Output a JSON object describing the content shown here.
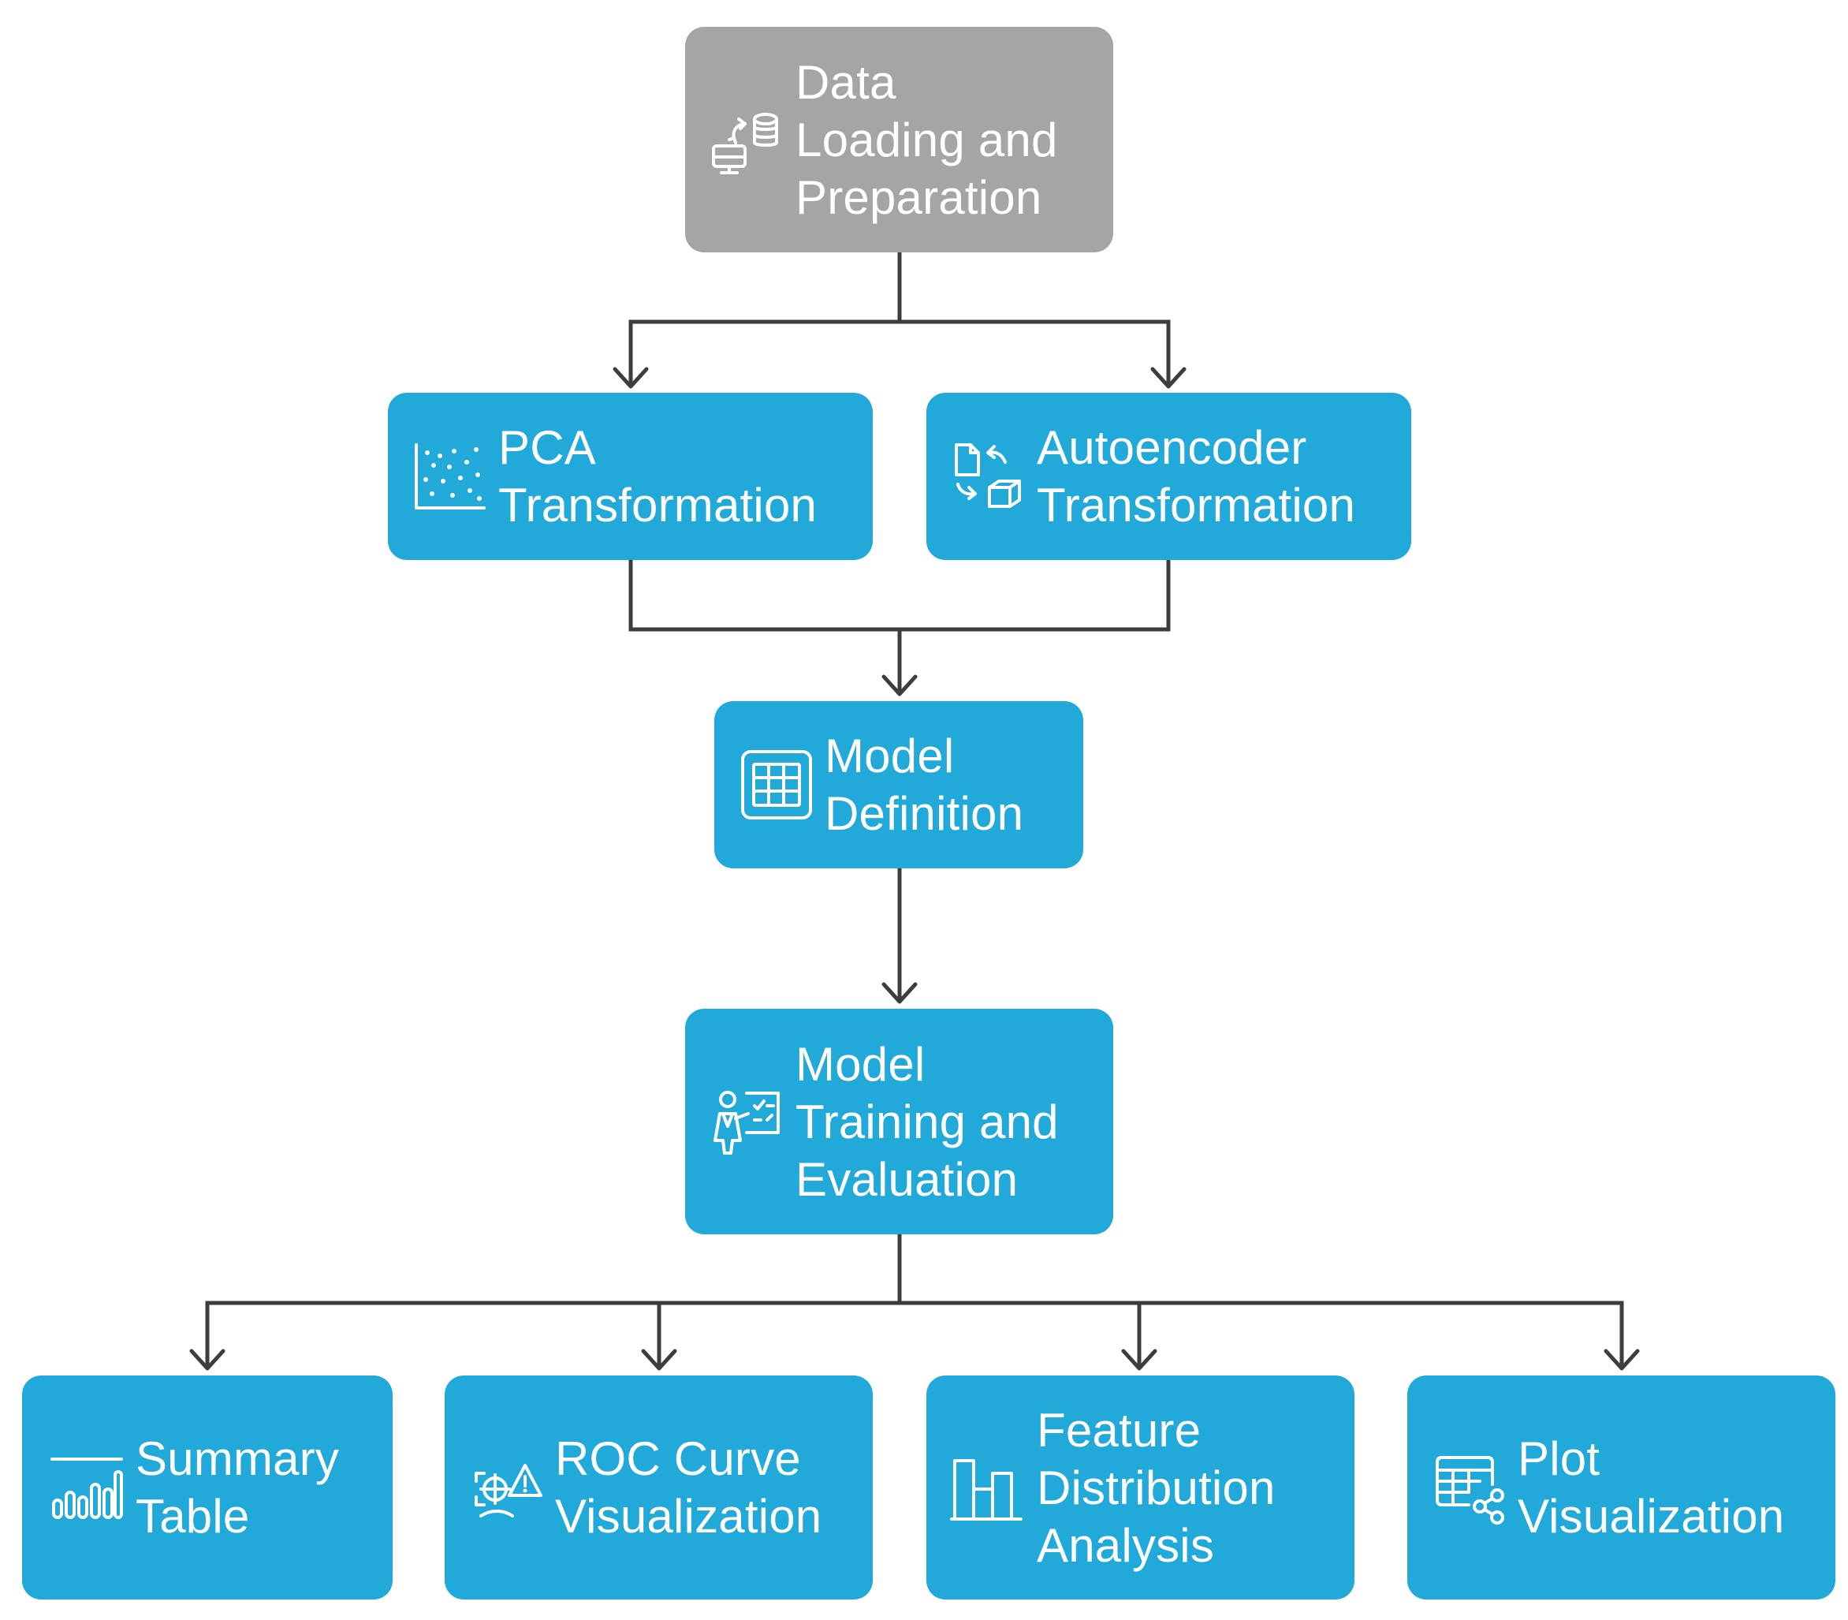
{
  "diagram": {
    "nodes": [
      {
        "id": "data-loading",
        "label": "Data\nLoading and\nPreparation",
        "icon": "database-computer-icon",
        "color": "#a5a5a5"
      },
      {
        "id": "pca",
        "label": "PCA\nTransformation",
        "icon": "scatter-plot-icon",
        "color": "#21a9d9"
      },
      {
        "id": "autoencoder",
        "label": "Autoencoder\nTransformation",
        "icon": "transform-cube-icon",
        "color": "#21a9d9"
      },
      {
        "id": "model-definition",
        "label": "Model\nDefinition",
        "icon": "grid-panel-icon",
        "color": "#21a9d9"
      },
      {
        "id": "model-training",
        "label": "Model\nTraining and\nEvaluation",
        "icon": "presenter-board-icon",
        "color": "#21a9d9"
      },
      {
        "id": "summary-table",
        "label": "Summary\nTable",
        "icon": "bar-chart-icon",
        "color": "#21a9d9"
      },
      {
        "id": "roc-curve",
        "label": "ROC Curve\nVisualization",
        "icon": "target-warning-icon",
        "color": "#21a9d9"
      },
      {
        "id": "feature-distribution",
        "label": "Feature\nDistribution\nAnalysis",
        "icon": "column-chart-icon",
        "color": "#21a9d9"
      },
      {
        "id": "plot-visualization",
        "label": "Plot\nVisualization",
        "icon": "table-share-icon",
        "color": "#21a9d9"
      }
    ],
    "edges": [
      {
        "from": "data-loading",
        "to": "pca"
      },
      {
        "from": "data-loading",
        "to": "autoencoder"
      },
      {
        "from": "pca",
        "to": "model-definition"
      },
      {
        "from": "autoencoder",
        "to": "model-definition"
      },
      {
        "from": "model-definition",
        "to": "model-training"
      },
      {
        "from": "model-training",
        "to": "summary-table"
      },
      {
        "from": "model-training",
        "to": "roc-curve"
      },
      {
        "from": "model-training",
        "to": "feature-distribution"
      },
      {
        "from": "model-training",
        "to": "plot-visualization"
      }
    ],
    "colors": {
      "box": "#21a9d9",
      "start_box": "#a5a5a5",
      "connector": "#3d3d3d",
      "text": "#ffffff"
    }
  }
}
